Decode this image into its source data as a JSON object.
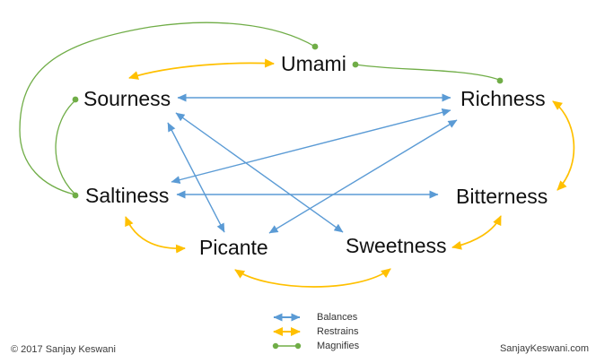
{
  "diagram": {
    "nodes": {
      "umami": {
        "label": "Umami"
      },
      "sourness": {
        "label": "Sourness"
      },
      "richness": {
        "label": "Richness"
      },
      "saltiness": {
        "label": "Saltiness"
      },
      "bitterness": {
        "label": "Bitterness"
      },
      "picante": {
        "label": "Picante"
      },
      "sweetness": {
        "label": "Sweetness"
      }
    },
    "edges": {
      "balances": [
        [
          "Sourness",
          "Richness"
        ],
        [
          "Saltiness",
          "Bitterness"
        ],
        [
          "Saltiness",
          "Richness"
        ],
        [
          "Sourness",
          "Picante"
        ],
        [
          "Sourness",
          "Sweetness"
        ],
        [
          "Picante",
          "Richness"
        ]
      ],
      "restrains": [
        [
          "Umami",
          "Sourness"
        ],
        [
          "Saltiness",
          "Picante"
        ],
        [
          "Picante",
          "Sweetness"
        ],
        [
          "Sweetness",
          "Bitterness"
        ],
        [
          "Richness",
          "Bitterness"
        ]
      ],
      "magnifies": [
        [
          "Umami",
          "Saltiness"
        ],
        [
          "Sourness",
          "Saltiness"
        ],
        [
          "Umami",
          "Richness"
        ]
      ]
    },
    "colors": {
      "balances": "#5B9BD5",
      "restrains": "#FFC000",
      "magnifies": "#70AD47"
    }
  },
  "legend": {
    "items": [
      {
        "label": "Balances",
        "type": "balances",
        "color": "#5B9BD5"
      },
      {
        "label": "Restrains",
        "type": "restrains",
        "color": "#FFC000"
      },
      {
        "label": "Magnifies",
        "type": "magnifies",
        "color": "#70AD47"
      }
    ]
  },
  "footer": {
    "copyright": "© 2017 Sanjay Keswani",
    "website": "SanjayKeswani.com"
  }
}
